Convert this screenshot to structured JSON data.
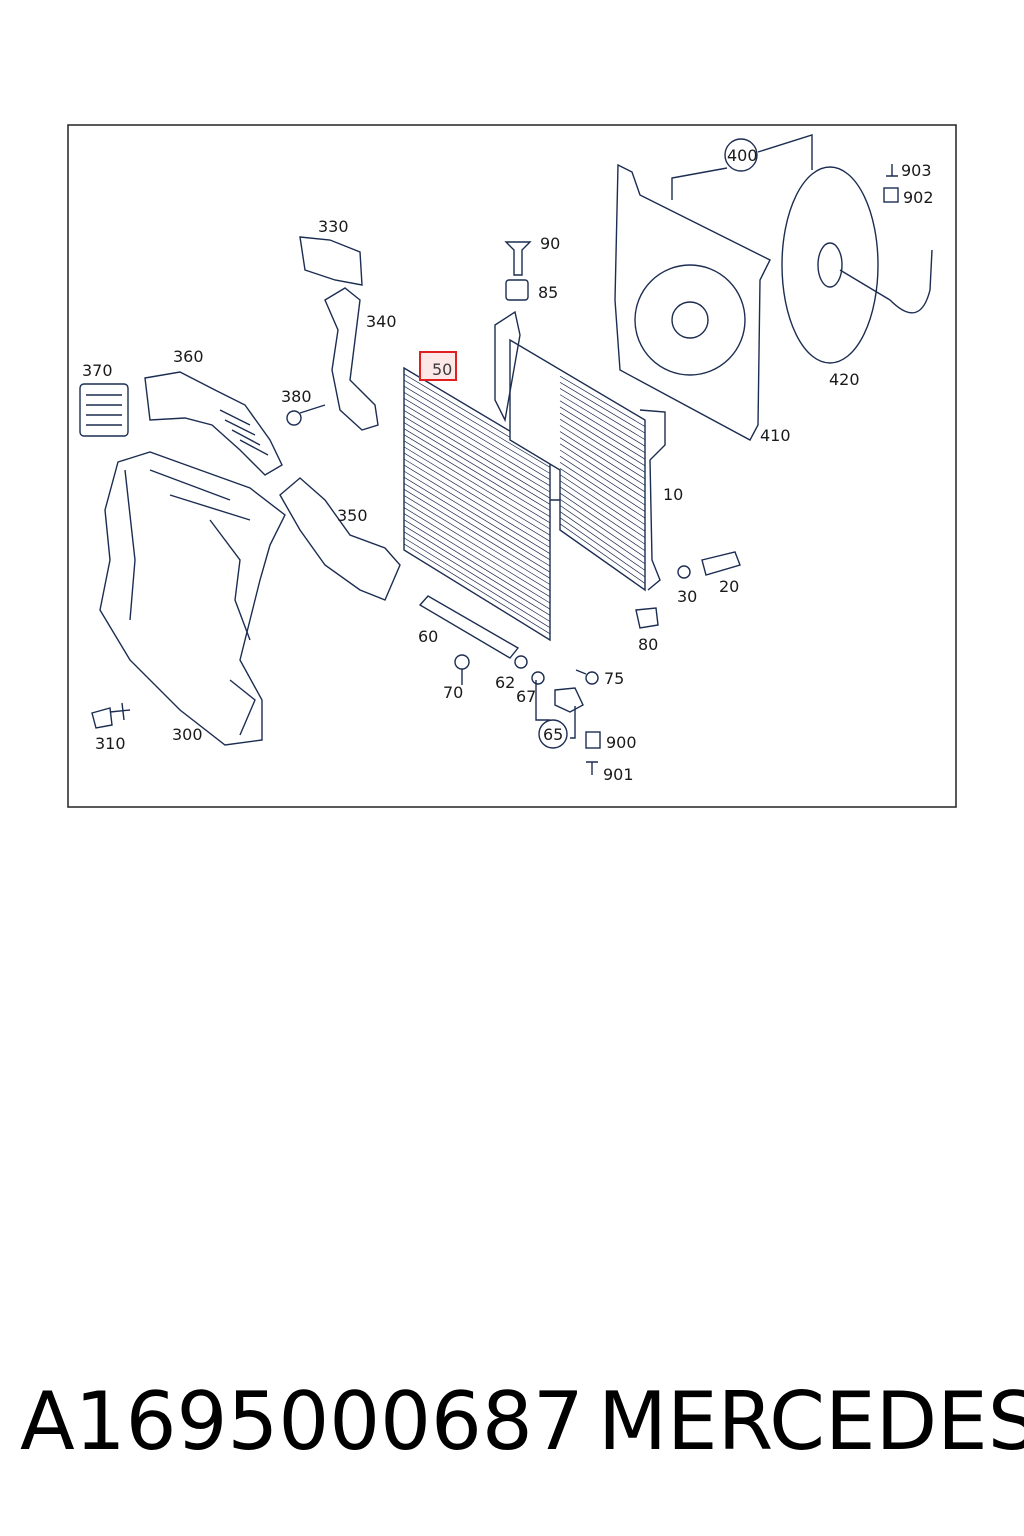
{
  "diagram": {
    "labels": {
      "p10": "10",
      "p20": "20",
      "p30": "30",
      "p50": "50",
      "p60": "60",
      "p62": "62",
      "p65": "65",
      "p67": "67",
      "p70": "70",
      "p75": "75",
      "p80": "80",
      "p85": "85",
      "p90": "90",
      "p300": "300",
      "p310": "310",
      "p330": "330",
      "p340": "340",
      "p350": "350",
      "p360": "360",
      "p370": "370",
      "p380": "380",
      "p400": "400",
      "p410": "410",
      "p420": "420",
      "p900": "900",
      "p901": "901",
      "p902": "902",
      "p903": "903"
    },
    "highlighted_label": "50",
    "highlight_color": "#e02020",
    "line_color": "#1c2d52"
  },
  "footer": {
    "part_number": "A1695000687",
    "brand": "MERCEDES"
  }
}
